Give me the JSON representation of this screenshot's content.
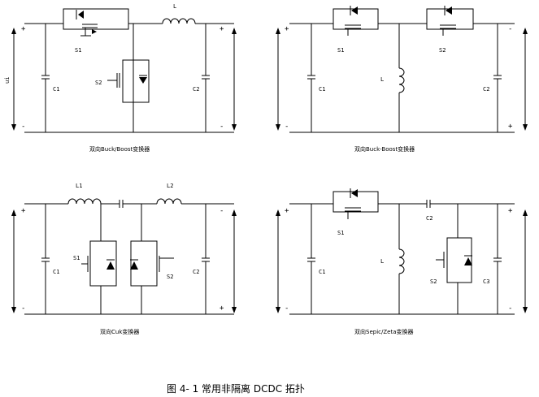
{
  "figure_caption": "图 4- 1 常用非隔离 DCDC 拓扑",
  "p1": {
    "caption": "双向Buck/Boost变换器",
    "plus": "+",
    "minus": "-",
    "r_plus": "+",
    "r_minus": "-",
    "c1": "C1",
    "c2": "C2",
    "s1": "S1",
    "s2": "S2",
    "l": "L"
  },
  "p2": {
    "caption": "双向Buck-Boost变换器",
    "plus": "+",
    "minus": "-",
    "r_plus": "+",
    "r_minus": "-",
    "c1": "C1",
    "c2": "C2",
    "s1": "S1",
    "s2": "S2",
    "l": "L"
  },
  "p3": {
    "caption": "双向Cuk变换器",
    "plus": "+",
    "minus": "-",
    "r_plus": "+",
    "r_minus": "-",
    "c1": "C1",
    "c2": "C2",
    "s1": "S1",
    "s2": "S2",
    "l1": "L1",
    "l2": "L2"
  },
  "p4": {
    "caption": "双向Sepic/Zeta变换器",
    "plus": "+",
    "minus": "-",
    "r_plus": "+",
    "r_minus": "-",
    "c1": "C1",
    "c2": "C2",
    "c3": "C3",
    "s1": "S1",
    "s2": "S2",
    "l": "L"
  }
}
